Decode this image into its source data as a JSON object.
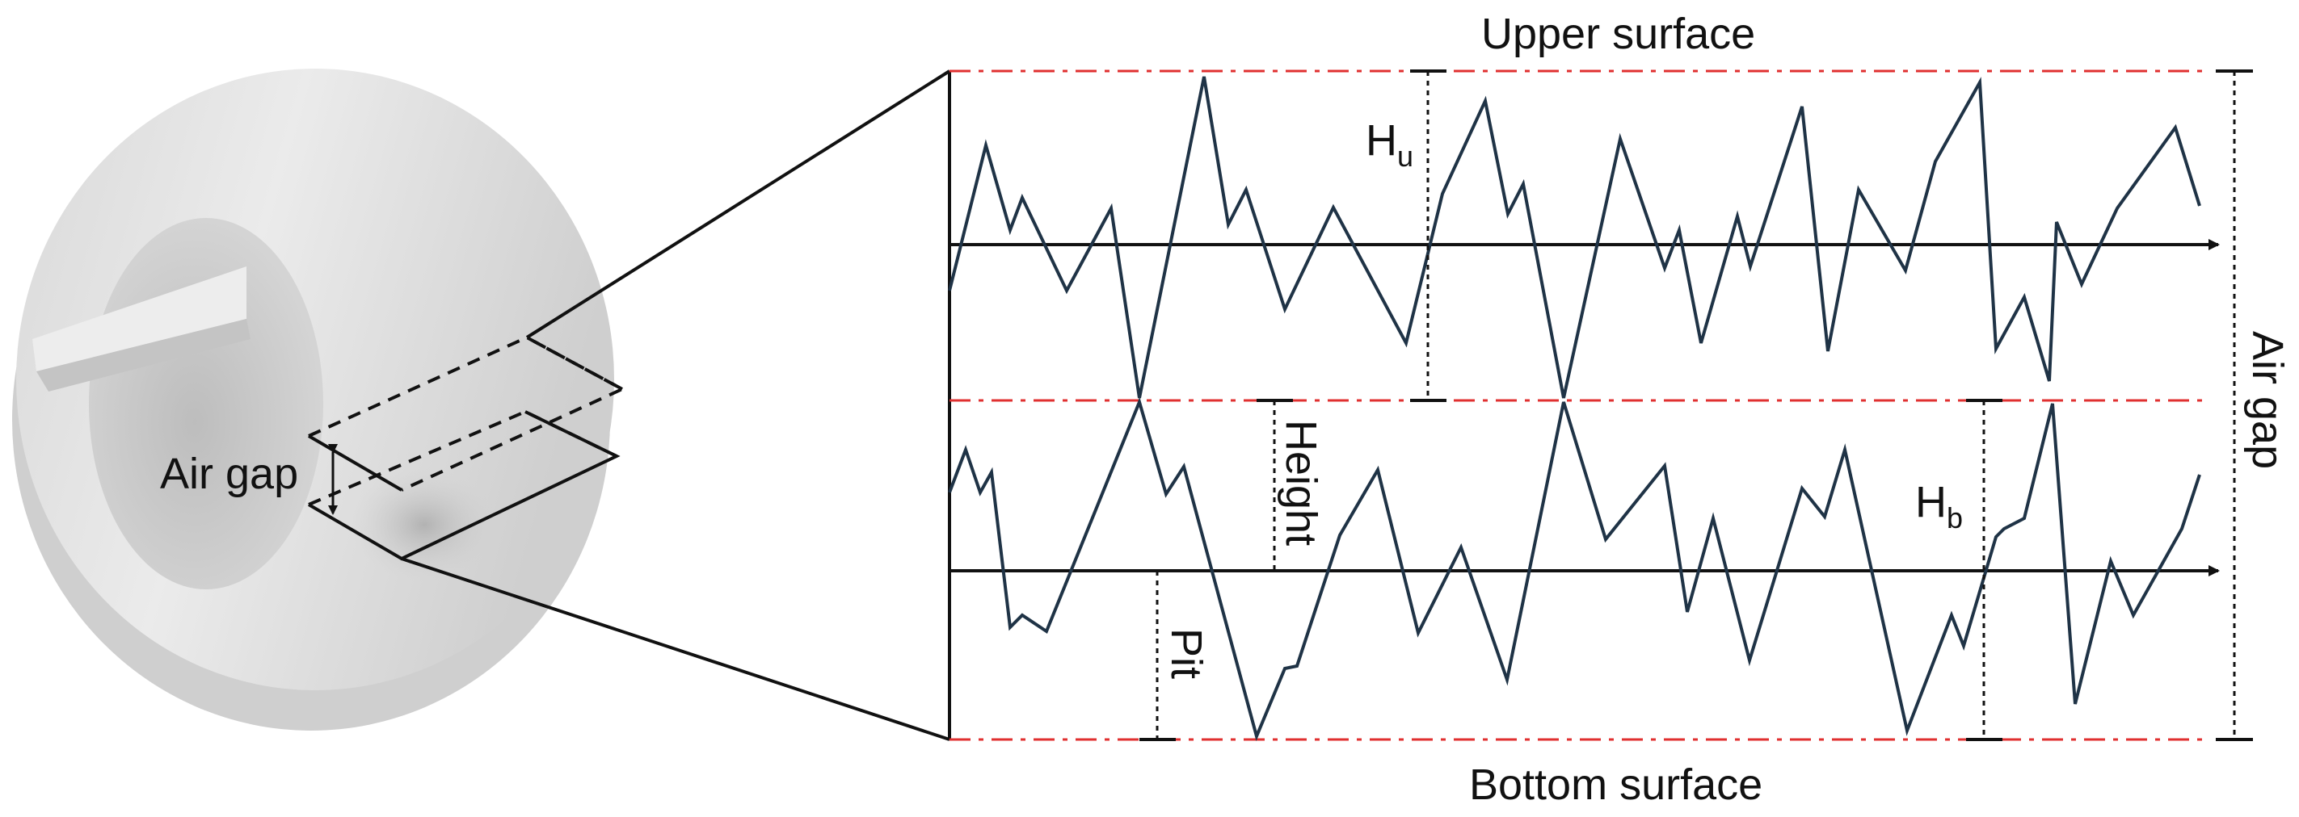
{
  "labels": {
    "upper_surface": "Upper surface",
    "bottom_surface": "Bottom surface",
    "air_gap_left": "Air gap",
    "air_gap_right": "Air gap",
    "h_u_main": "H",
    "h_u_sub": "u",
    "h_b_main": "H",
    "h_b_sub": "b",
    "height": "Height",
    "pit": "Pit"
  },
  "colors": {
    "profile": "#1f3346",
    "reference_line": "#e03030",
    "line": "#111111",
    "core_light": "#e8e8e8",
    "core_mid": "#d2d2d2",
    "core_dark": "#bdbdbd"
  }
}
